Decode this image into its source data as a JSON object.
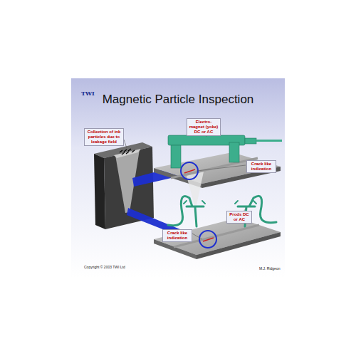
{
  "diagram": {
    "title": "Magnetic Particle Inspection",
    "nodes": [
      {
        "text": [
          "Collection of ink particles due to leakage field"
        ]
      },
      {
        "text": [
          "Electro-magnet (yoke) DC or AC"
        ]
      },
      {
        "text": [
          "Crack like indication"
        ]
      },
      {
        "text": [
          "Prods DC or AC"
        ]
      },
      {
        "text": [
          "Crack like indication"
        ]
      }
    ],
    "labels": [
      "TWI",
      "Copyright © 2003 TWI Ltd",
      "M.J. Ridgeon"
    ]
  }
}
